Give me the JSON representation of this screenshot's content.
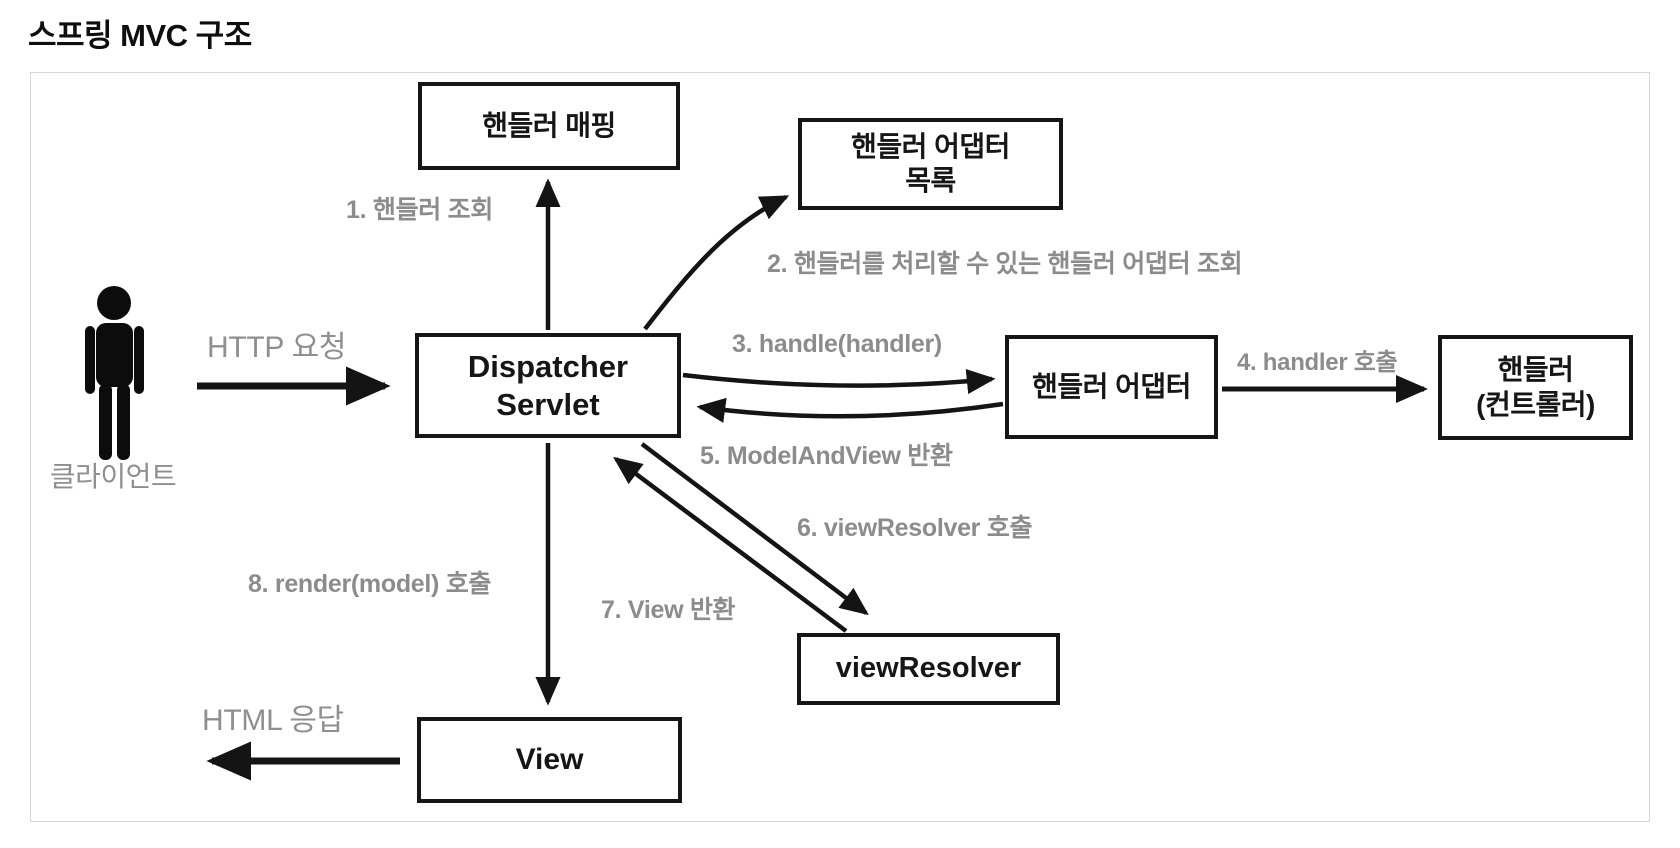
{
  "title": "스프링 MVC 구조",
  "diagram": {
    "client_label": "클라이언트",
    "http_request_label": "HTTP 요청",
    "html_response_label": "HTML 응답",
    "nodes": {
      "handler_mapping": "핸들러 매핑",
      "handler_adapter_list_line1": "핸들러 어댑터",
      "handler_adapter_list_line2": "목록",
      "dispatcher_line1": "Dispatcher",
      "dispatcher_line2": "Servlet",
      "handler_adapter": "핸들러 어댑터",
      "handler_line1": "핸들러",
      "handler_line2": "(컨트롤러)",
      "view_resolver": "viewResolver",
      "view": "View"
    },
    "steps": {
      "s1": "1. 핸들러 조회",
      "s2": "2. 핸들러를 처리할 수 있는 핸들러 어댑터 조회",
      "s3": "3. handle(handler)",
      "s4": "4. handler 호출",
      "s5": "5. ModelAndView 반환",
      "s6": "6. viewResolver 호출",
      "s7": "7. View 반환",
      "s8": "8. render(model) 호출"
    },
    "colors": {
      "ink": "#141414",
      "step_label_gray": "#8c8c8c",
      "frame_border_gray": "#d6d6d6"
    }
  }
}
